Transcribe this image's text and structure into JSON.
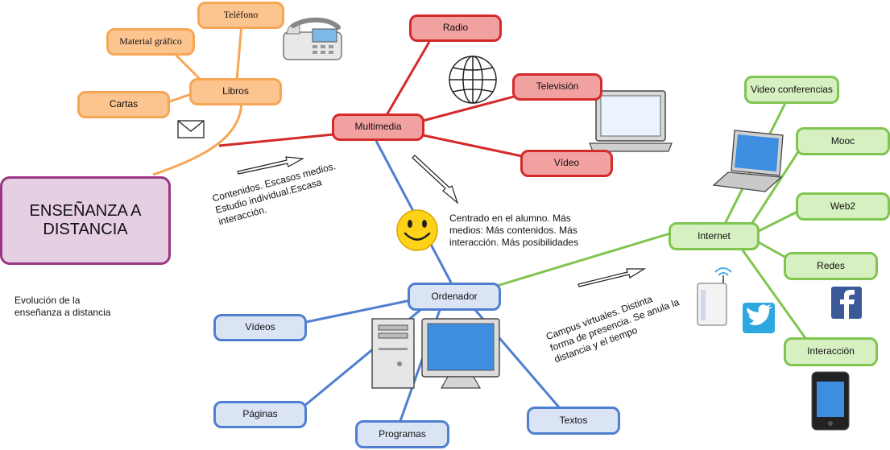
{
  "main_title": "ENSEÑANZA A DISTANCIA",
  "caption": "Evolución de la enseñanza a distancia",
  "nodes": {
    "telefono": "Teléfono",
    "material_grafico": "Material gráfico",
    "libros": "Libros",
    "cartas": "Cartas",
    "radio": "Radio",
    "multimedia": "Multimedia",
    "television": "Televisión",
    "video": "Vídeo",
    "ordenador": "Ordenador",
    "videos": "Vídeos",
    "paginas": "Páginas",
    "programas": "Programas",
    "textos": "Textos",
    "internet": "Internet",
    "video_conferencias": "Video conferencias",
    "mooc": "Mooc",
    "web2": "Web2",
    "redes": "Redes",
    "interaccion": "Interacción"
  },
  "annotations": {
    "multimedia_note": "Contenidos. Escasos medios. Estudio individual.Escasa interacción.",
    "ordenador_note": "Centrado en el alumno. Más medios: Más contenidos. Más interacción. Más posibilidades",
    "internet_note": "Campus virtuales. Distinta forma de presencia. Se anula la distancia y el tiempo"
  },
  "colors": {
    "orange_branch": "#f6a655",
    "red_branch": "#d42a2a",
    "blue_branch": "#4f7fd0",
    "green_branch": "#80c550",
    "main_border": "#9b3583"
  },
  "icons": [
    "telephone-icon",
    "envelope-icon",
    "globe-icon",
    "laptop-icon",
    "smiley-icon",
    "desktop-computer-icon",
    "wifi-router-icon",
    "twitter-icon",
    "facebook-icon",
    "smartphone-icon"
  ]
}
